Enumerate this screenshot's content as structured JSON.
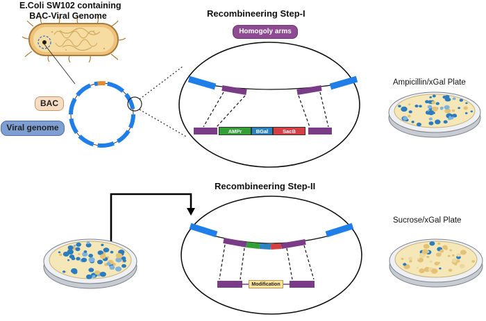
{
  "ecoli_title_line1": "E.Coli SW102 containing",
  "ecoli_title_line2": "BAC-Viral Genome",
  "step1_title": "Recombineering Step-I",
  "step2_title": "Recombineering Step-II",
  "homology_label": "Homogoly arms",
  "bac_label": "BAC",
  "viral_label": "Viral genome",
  "genes": {
    "ampr": "AMPr",
    "bgal": "BGal",
    "sacb": "SacB"
  },
  "modification_label": "Modification",
  "plate_amp_label": "Ampicillin/xGal Plate",
  "plate_suc_label": "Sucrose/xGal Plate",
  "colors": {
    "viral_blue": "#1f7ee8",
    "homology_purple": "#7a3b87",
    "bac_orange": "#e58a2c",
    "ampr_green": "#33a036",
    "bgal_blue": "#2b82c0",
    "sacb_red": "#d64045",
    "plate_yellow": "#f5e7b8",
    "colony_blue": "#2a7bbf",
    "colony_gold": "#e3c275"
  }
}
